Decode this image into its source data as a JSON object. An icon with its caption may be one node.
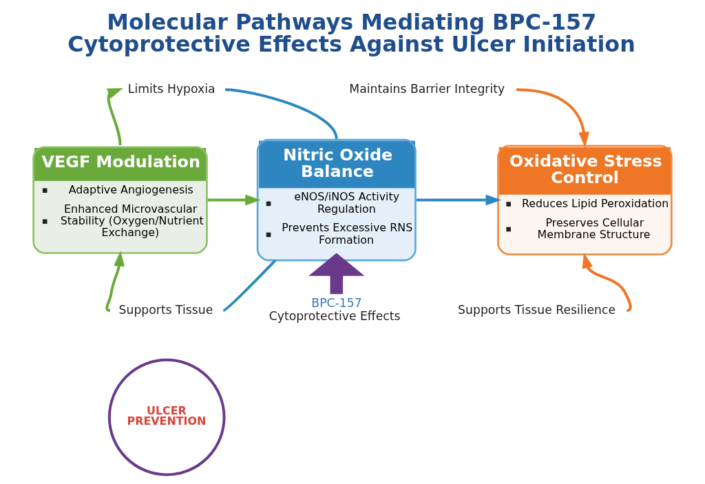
{
  "diagram": {
    "title": "Molecular Pathways Mediating BPC-157 Cytoprotective Effects Against Ulcer Initiation",
    "nodes": [
      {
        "text": [
          "VEGF Modulation",
          "Adaptive Angiogenesis",
          "Enhanced Microvascular Stability (Oxygen/Nutrient Exchange)"
        ]
      },
      {
        "text": [
          "Nitric Oxide Balance",
          "eNOS/iNOS Activity Regulation",
          "Prevents Excessive RNS Formation"
        ]
      },
      {
        "text": [
          "Oxidative Stress Control",
          "Reduces Lipid Peroxidation",
          "Preserves Cellular Membrane Structure"
        ]
      },
      {
        "text": [
          "Limits Hypoxia"
        ]
      },
      {
        "text": [
          "Maintains Barrier Integrity"
        ]
      },
      {
        "text": [
          "Supports Tissue"
        ]
      },
      {
        "text": [
          "Supports Tissue Resilience"
        ]
      },
      {
        "text": [
          "BPC-157",
          "Cytoprotective Effects"
        ]
      },
      {
        "text": [
          "ULCER PREVENTION"
        ]
      }
    ],
    "edges": [
      {
        "from": 0,
        "to": 1,
        "arrow": "to",
        "color": "#6aaa3a"
      },
      {
        "from": 1,
        "to": 2,
        "arrow": "to",
        "color": "#2e86c1"
      },
      {
        "from": 0,
        "to": 3,
        "arrow": "to",
        "color": "#6aaa3a"
      },
      {
        "from": 3,
        "to": 1,
        "arrow": "none",
        "color": "#2e86c1"
      },
      {
        "from": 4,
        "to": 2,
        "arrow": "to",
        "color": "#ee7624"
      },
      {
        "from": 1,
        "to": 5,
        "arrow": "none",
        "color": "#2e86c1"
      },
      {
        "from": 5,
        "to": 0,
        "arrow": "to",
        "color": "#6aaa3a"
      },
      {
        "from": 6,
        "to": 2,
        "arrow": "to",
        "color": "#ee7624"
      },
      {
        "from": 7,
        "to": 1,
        "arrow": "to",
        "style": "thick",
        "color": "#6a3a8a"
      }
    ]
  }
}
